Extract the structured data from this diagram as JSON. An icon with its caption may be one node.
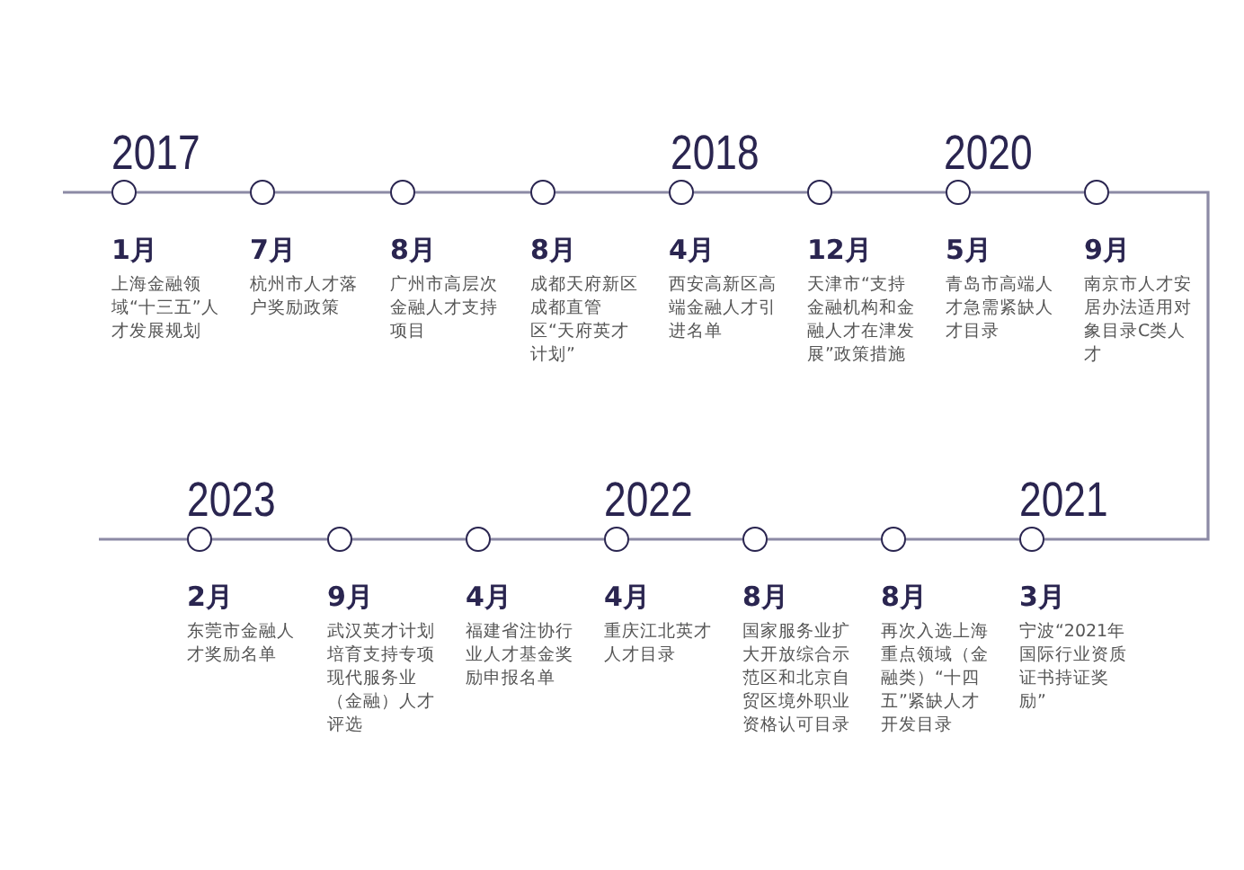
{
  "diagram": {
    "nodes": [
      {
        "text": [],
        "shape": "circle",
        "beside": [
          "1月",
          "上海金融领域“十三五”人才发展规划"
        ]
      },
      {
        "text": [],
        "shape": "circle",
        "beside": [
          "7月",
          "杭州市人才落户奖励政策"
        ]
      },
      {
        "text": [],
        "shape": "circle",
        "beside": [
          "8月",
          "广州市高层次金融人才支持项目"
        ]
      },
      {
        "text": [],
        "shape": "circle",
        "beside": [
          "8月",
          "成都天府新区成都直管区“天府英才计划”"
        ]
      },
      {
        "text": [],
        "shape": "circle",
        "beside": [
          "4月",
          "西安高新区高端金融人才引进名单"
        ]
      },
      {
        "text": [],
        "shape": "circle",
        "beside": [
          "12月",
          "天津市“支持金融机构和金融人才在津发展”政策措施"
        ]
      },
      {
        "text": [],
        "shape": "circle",
        "beside": [
          "5月",
          "青岛市高端人才急需紧缺人才目录"
        ]
      },
      {
        "text": [],
        "shape": "circle",
        "beside": [
          "9月",
          "南京市人才安居办法适用对象目录C类人才"
        ]
      },
      {
        "text": [],
        "shape": "circle",
        "beside": [
          "2月",
          "东莞市金融人才奖励名单"
        ]
      },
      {
        "text": [],
        "shape": "circle",
        "beside": [
          "9月",
          "武汉英才计划培育支持专项现代服务业（金融）人才评选"
        ]
      },
      {
        "text": [],
        "shape": "circle",
        "beside": [
          "4月",
          "福建省注协行业人才基金奖励申报名单"
        ]
      },
      {
        "text": [],
        "shape": "circle",
        "beside": [
          "4月",
          "重庆江北英才人才目录"
        ]
      },
      {
        "text": [],
        "shape": "circle",
        "beside": [
          "8月",
          "国家服务业扩大开放综合示范区和北京自贸区境外职业资格认可目录"
        ]
      },
      {
        "text": [],
        "shape": "circle",
        "beside": [
          "8月",
          "再次入选上海重点领域（金融类）“十四五”紧缺人才开发目录"
        ]
      },
      {
        "text": [],
        "shape": "circle",
        "beside": [
          "3月",
          "宁波“2021年国际行业资质证书持证奖励”"
        ]
      }
    ],
    "edges": [
      {
        "from": 0,
        "to": 1,
        "arrow": "none"
      },
      {
        "from": 1,
        "to": 2,
        "arrow": "none"
      },
      {
        "from": 2,
        "to": 3,
        "arrow": "none"
      },
      {
        "from": 3,
        "to": 4,
        "arrow": "none"
      },
      {
        "from": 4,
        "to": 5,
        "arrow": "none"
      },
      {
        "from": 5,
        "to": 6,
        "arrow": "none"
      },
      {
        "from": 6,
        "to": 7,
        "arrow": "none"
      },
      {
        "from": 7,
        "to": 14,
        "arrow": "none"
      },
      {
        "from": 14,
        "to": 13,
        "arrow": "none"
      },
      {
        "from": 13,
        "to": 12,
        "arrow": "none"
      },
      {
        "from": 12,
        "to": 11,
        "arrow": "none"
      },
      {
        "from": 11,
        "to": 10,
        "arrow": "none"
      },
      {
        "from": 10,
        "to": 9,
        "arrow": "none"
      },
      {
        "from": 9,
        "to": 8,
        "arrow": "none"
      }
    ],
    "labels": [
      "2017",
      "2018",
      "2020",
      "2023",
      "2022",
      "2021"
    ]
  }
}
